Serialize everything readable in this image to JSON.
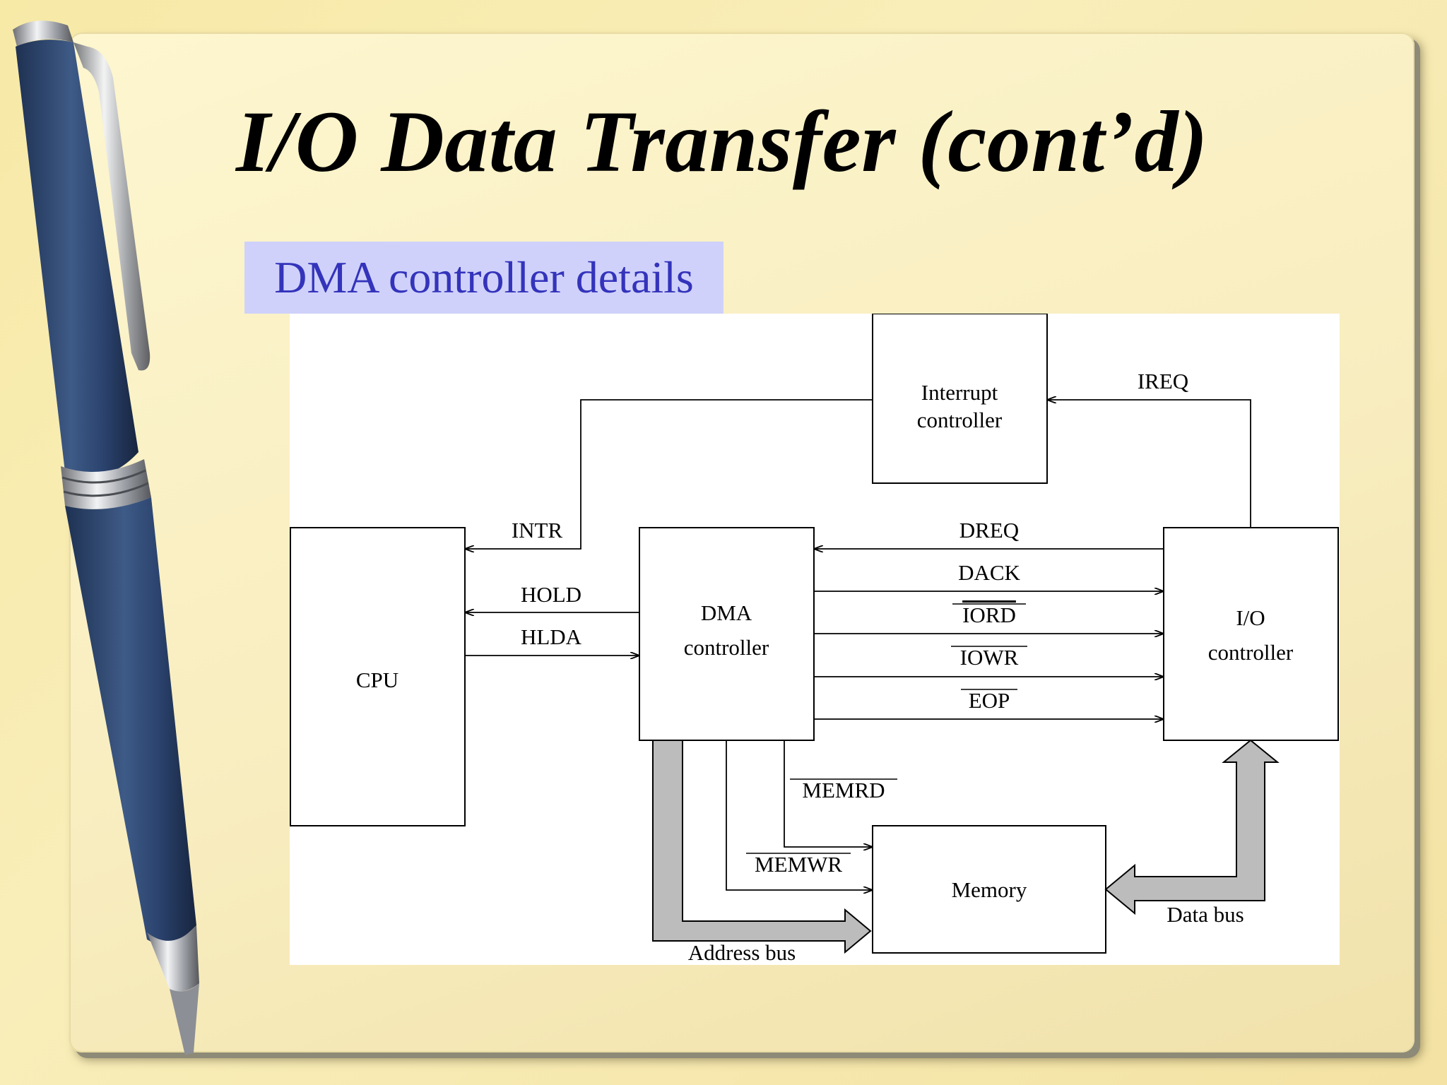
{
  "slide": {
    "title": "I/O Data Transfer (cont’d)",
    "subtitle": "DMA controller details"
  },
  "diagram": {
    "blocks": {
      "interrupt_controller": [
        "Interrupt",
        "controller"
      ],
      "cpu": "CPU",
      "dma_controller": [
        "DMA",
        "controller"
      ],
      "io_controller": [
        "I/O",
        "controller"
      ],
      "memory": "Memory"
    },
    "signals": {
      "ireq": "IREQ",
      "intr": "INTR",
      "dreq": "DREQ",
      "hold": "HOLD",
      "dack": "DACK",
      "hlda": "HLDA",
      "iord": "IORD",
      "iowr": "IOWR",
      "eop": "EOP",
      "memrd": "MEMRD",
      "memwr": "MEMWR"
    },
    "buses": {
      "address_bus": "Address bus",
      "data_bus": "Data bus"
    },
    "colors": {
      "bus_fill": "#bcbcbc",
      "subtitle_bg": "#cfd1fa",
      "subtitle_text": "#3333bb"
    }
  }
}
